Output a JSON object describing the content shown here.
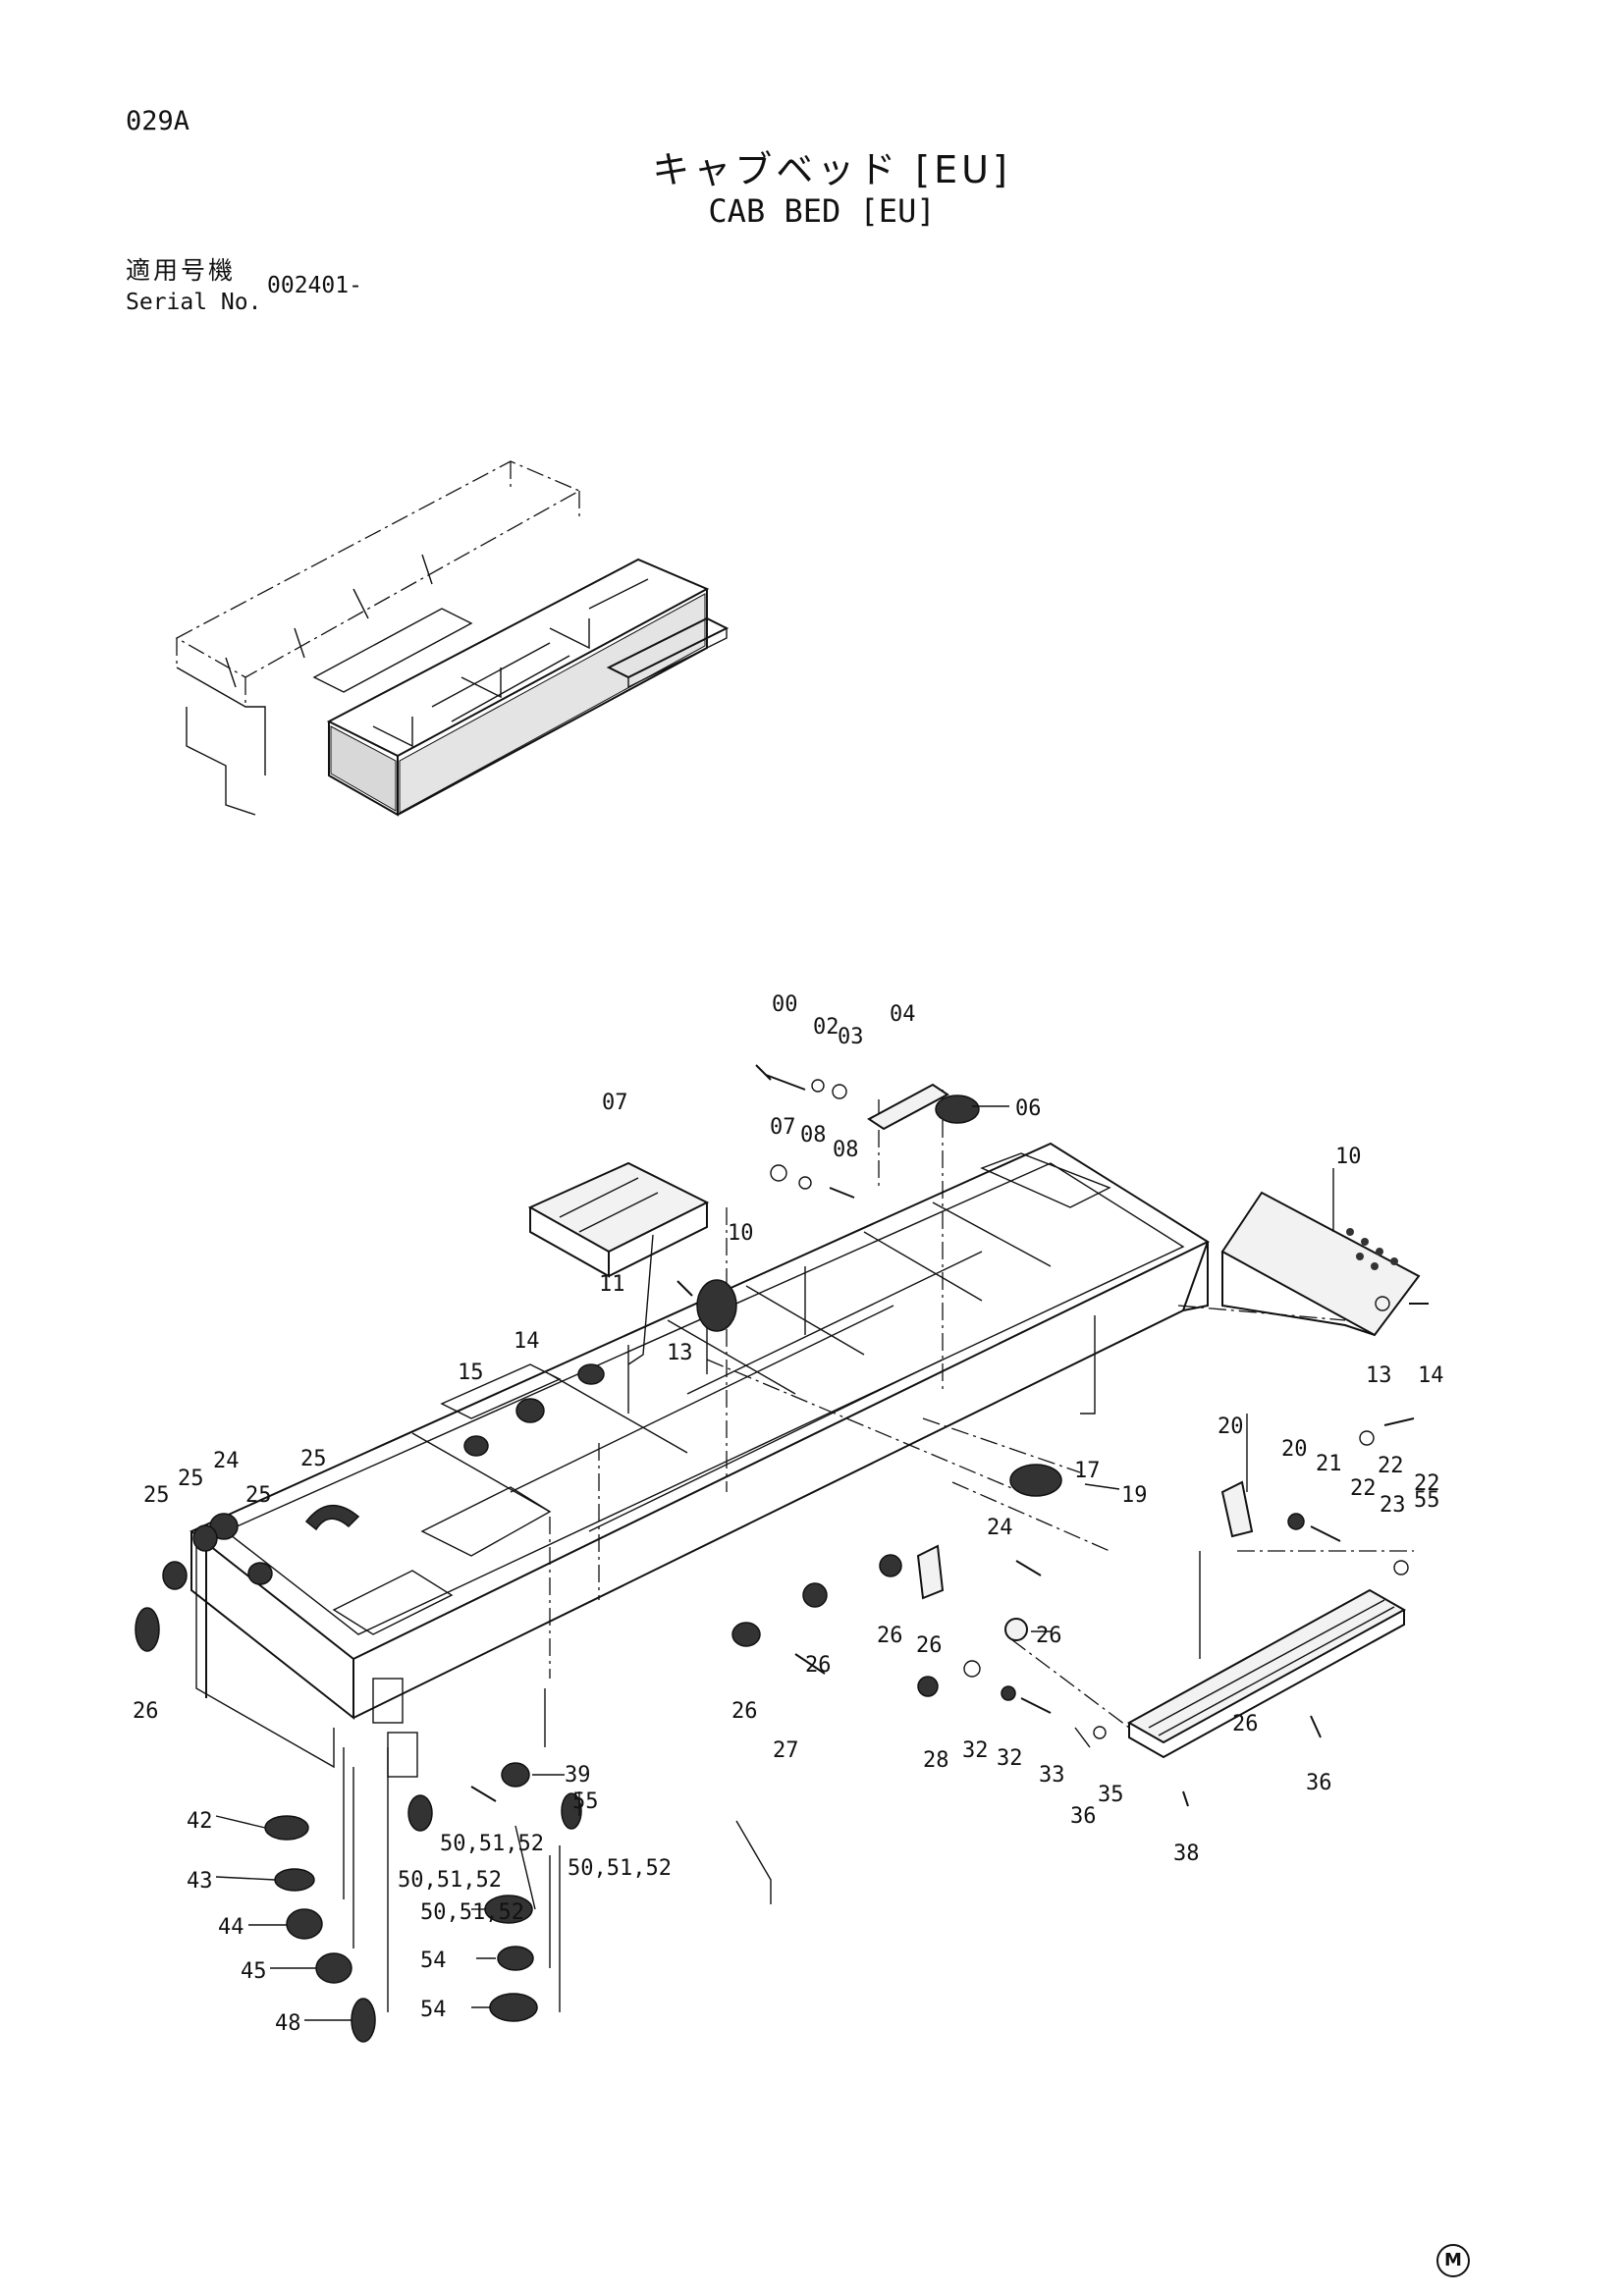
{
  "header": {
    "page_code": "029A",
    "title_ja": "キャブベッド [EU]",
    "title_en": "CAB BED [EU]",
    "serial_label_ja": "適用号機",
    "serial_label_en": "Serial No.",
    "serial_value": "002401-"
  },
  "footer": {
    "mark": "M"
  },
  "callouts": [
    "00",
    "02",
    "03",
    "04",
    "06",
    "07",
    "07",
    "08",
    "08",
    "10",
    "10",
    "11",
    "13",
    "13",
    "14",
    "14",
    "15",
    "17",
    "19",
    "20",
    "20",
    "21",
    "22",
    "22",
    "22",
    "23",
    "24",
    "24",
    "25",
    "25",
    "25",
    "25",
    "26",
    "26",
    "26",
    "26",
    "26",
    "26",
    "26",
    "27",
    "28",
    "32",
    "32",
    "33",
    "35",
    "36",
    "36",
    "38",
    "39",
    "42",
    "43",
    "44",
    "45",
    "48",
    "50,51,52",
    "50,51,52",
    "50,51,52",
    "50,51,52",
    "54",
    "54",
    "55",
    "55"
  ]
}
